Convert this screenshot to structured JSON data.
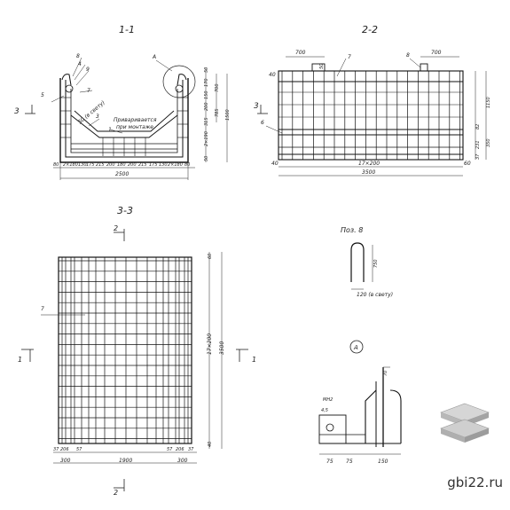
{
  "sections": {
    "s11": "1-1",
    "s22": "2-2",
    "s33": "3-3",
    "pos8": "Поз. 8",
    "detailA": "A"
  },
  "cut_marks": {
    "c1": "1",
    "c2": "2",
    "c3": "3"
  },
  "s11": {
    "callouts": [
      "8",
      "4",
      "9",
      "5",
      "7",
      "A",
      "1",
      "3"
    ],
    "note1": "50 (в свету)",
    "note2": "Приваривается",
    "note3": "при монтаже",
    "bottom_dims": [
      "80",
      "2×180",
      "130",
      "175",
      "215",
      "200",
      "180",
      "200",
      "215",
      "175",
      "130",
      "2×180",
      "80"
    ],
    "total": "2500",
    "right_dims": [
      "50",
      "170",
      "150",
      "200",
      "315",
      "2×190",
      "50"
    ],
    "right_dims2": [
      "700",
      "785",
      "1500"
    ]
  },
  "s22": {
    "top_left": "700",
    "top_right": "700",
    "small": "50",
    "callouts": [
      "7",
      "8",
      "6"
    ],
    "left_top": "40",
    "left_bottom": "40",
    "spacing": "17×200",
    "right_bottom": "60",
    "total": "3500",
    "right_dims": [
      "1150",
      "82",
      "350",
      "231",
      "37"
    ]
  },
  "s33": {
    "callout": "7",
    "top_dim": "60",
    "vertical": "17×200",
    "total": "3500",
    "bottom_small": "40",
    "bottom_dims": [
      "37",
      "206",
      "57",
      "1900",
      "57",
      "206",
      "37"
    ],
    "bottom_dims2": [
      "300",
      "300"
    ]
  },
  "pos8": {
    "height": "750",
    "width": "120 (в свету)"
  },
  "detail": {
    "dims": [
      "70",
      "МН2",
      "4,5",
      "75",
      "75",
      "150"
    ]
  },
  "site": "gbi22.ru"
}
